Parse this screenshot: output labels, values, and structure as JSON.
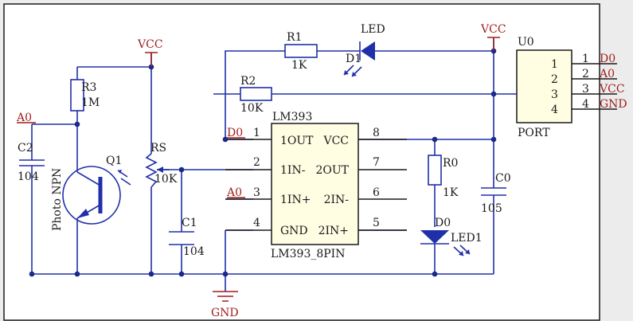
{
  "nets": {
    "vcc_left": "VCC",
    "vcc_right": "VCC",
    "gnd": "GND",
    "a0_left": "A0",
    "a0_ic": "A0",
    "d0_ic": "D0"
  },
  "components": {
    "r1": {
      "ref": "R1",
      "value": "1K"
    },
    "d1": {
      "ref": "D1",
      "value": "LED"
    },
    "r2": {
      "ref": "R2",
      "value": "10K"
    },
    "r3": {
      "ref": "R3",
      "value": "1M"
    },
    "c2": {
      "ref": "C2",
      "value": "104"
    },
    "q1": {
      "ref": "Q1",
      "value": "Photo NPN"
    },
    "rs": {
      "ref": "RS",
      "value": "10K"
    },
    "c1": {
      "ref": "C1",
      "value": "104"
    },
    "r0": {
      "ref": "R0",
      "value": "1K"
    },
    "d0": {
      "ref": "D0",
      "value": "LED1"
    },
    "c0": {
      "ref": "C0",
      "value": "105"
    }
  },
  "ic": {
    "ref": "LM393",
    "footprint": "LM393_8PIN",
    "pins_left": [
      {
        "num": "1",
        "name": "1OUT"
      },
      {
        "num": "2",
        "name": "1IN-"
      },
      {
        "num": "3",
        "name": "1IN+"
      },
      {
        "num": "4",
        "name": "GND"
      }
    ],
    "pins_right": [
      {
        "num": "8",
        "name": "VCC"
      },
      {
        "num": "7",
        "name": "2OUT"
      },
      {
        "num": "6",
        "name": "2IN-"
      },
      {
        "num": "5",
        "name": "2IN+"
      }
    ]
  },
  "port": {
    "ref": "U0",
    "label": "PORT",
    "pins": [
      {
        "num": "1",
        "signal": "D0"
      },
      {
        "num": "2",
        "signal": "A0"
      },
      {
        "num": "3",
        "signal": "VCC"
      },
      {
        "num": "4",
        "signal": "GND"
      }
    ]
  }
}
